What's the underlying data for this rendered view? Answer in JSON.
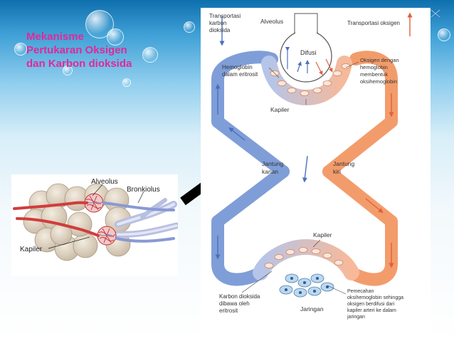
{
  "slide": {
    "title_lines": [
      "Mekanisme",
      "Pertukaran Oksigen",
      "dan Karbon dioksida"
    ]
  },
  "left_diagram": {
    "labels": {
      "alveolus": "Alveolus",
      "bronkiolus": "Bronkiolus",
      "kapiler": "Kapiler"
    }
  },
  "main_diagram": {
    "labels": {
      "transport_co2": [
        "Transportasi",
        "karbon",
        "dioksida"
      ],
      "alveolus": "Alveolus",
      "transport_o2": "Transportasi oksigen",
      "difusi": "Difusi",
      "hemoglobin": [
        "Hemoglobin",
        "dalam eritrosit"
      ],
      "oxyhemo": [
        "Oksigen dengan",
        "hemoglobin",
        "membentuk",
        "oksihemoglobin"
      ],
      "kapiler_top": "Kapiler",
      "jantung_kanan": [
        "Jantung",
        "kanan"
      ],
      "jantung_kiri": [
        "Jantung",
        "kiri"
      ],
      "kapiler_bottom": "Kapiler",
      "co2_carried": [
        "Karbon dioksida",
        "dibawa oleh",
        "eritrosit"
      ],
      "jaringan": "Jaringan",
      "breakdown": [
        "Pemecahan",
        "oksihemoglobin sehingga",
        "oksigen berdifusi dari",
        "kapiler arteri ke dalam",
        "jaringan"
      ]
    }
  },
  "colors": {
    "title": "#e0299a",
    "venous_blue": "#7f9ed8",
    "arterial_orange": "#f39c6b",
    "lung_tissue": "#e8dcc8"
  },
  "icons": {
    "navigation": "close-x-icon",
    "pointer": "black-arrow-icon"
  }
}
